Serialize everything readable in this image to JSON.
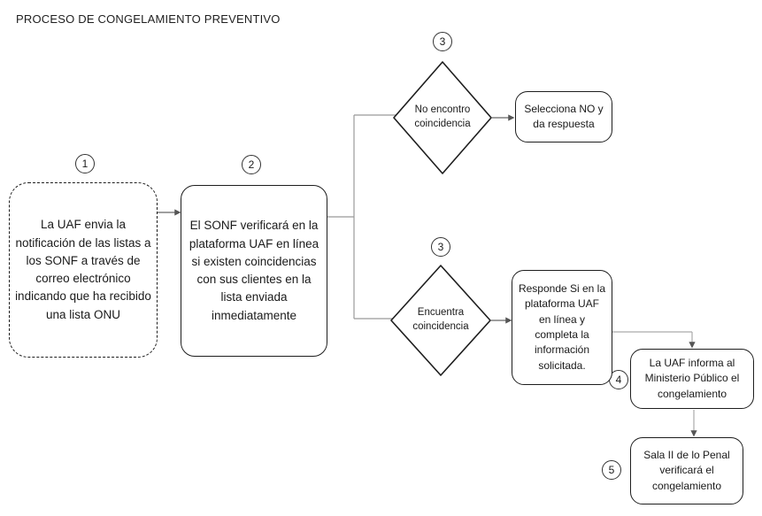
{
  "title": "PROCESO DE CONGELAMIENTO PREVENTIVO",
  "steps": {
    "s1": {
      "number": "1",
      "text": "La UAF envia la notificación de las listas a los SONF a través de correo electrónico indicando que ha recibido una lista ONU"
    },
    "s2": {
      "number": "2",
      "text": "El SONF verificará en la plataforma UAF en línea si existen coincidencias con sus clientes en la lista enviada inmediatamente"
    },
    "s3a": {
      "number": "3",
      "text": "No encontro coincidencia"
    },
    "s3a_result": {
      "text": "Selecciona NO y da respuesta"
    },
    "s3b": {
      "number": "3",
      "text": "Encuentra coincidencia"
    },
    "s3b_result": {
      "text": "Responde Si en la plataforma UAF en línea y completa la información solicitada."
    },
    "s4": {
      "number": "4",
      "text": "La UAF informa al Ministerio Público el congelamiento"
    },
    "s5": {
      "number": "5",
      "text": "Sala II de lo Penal verificará el congelamiento"
    }
  }
}
